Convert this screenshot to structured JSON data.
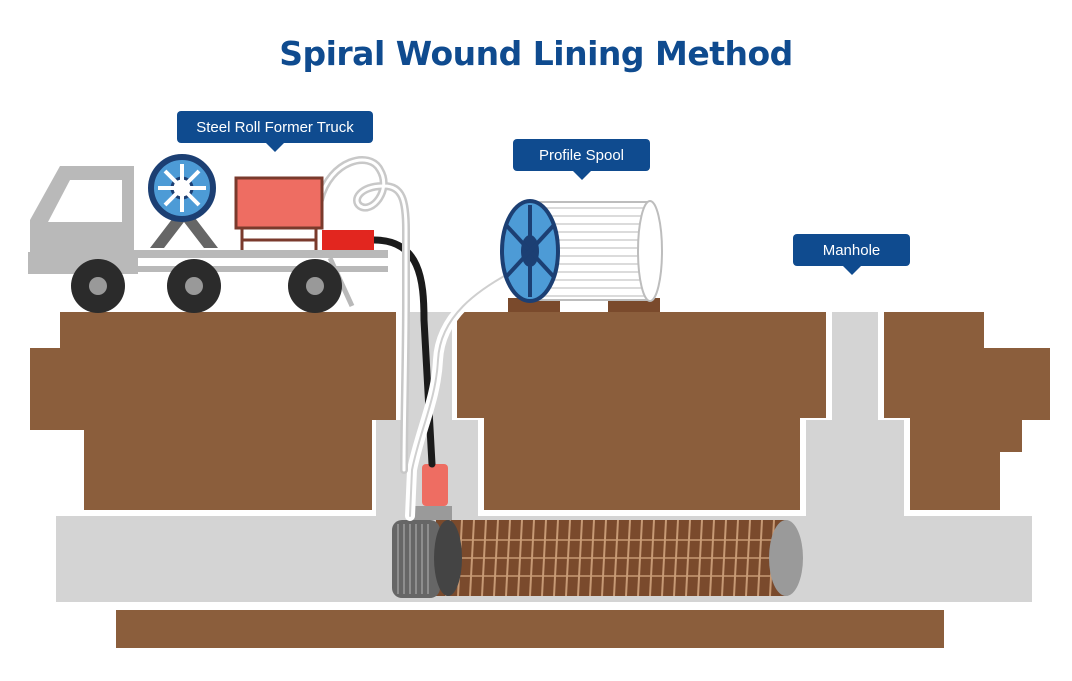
{
  "title": "Spiral Wound Lining Method",
  "labels": {
    "truck": "Steel Roll Former Truck",
    "spool": "Profile Spool",
    "manhole": "Manhole"
  },
  "colors": {
    "title": "#0f4b8f",
    "label_bg": "#0f4b8f",
    "soil": "#8b5e3c",
    "pipe_gray": "#d4d4d4",
    "truck_gray": "#b9b9b9",
    "machine_box": "#ee6d62",
    "red_unit": "#e2261f",
    "spool_blue": "#4d9bd6",
    "liner_brown": "#7a4a2c"
  }
}
